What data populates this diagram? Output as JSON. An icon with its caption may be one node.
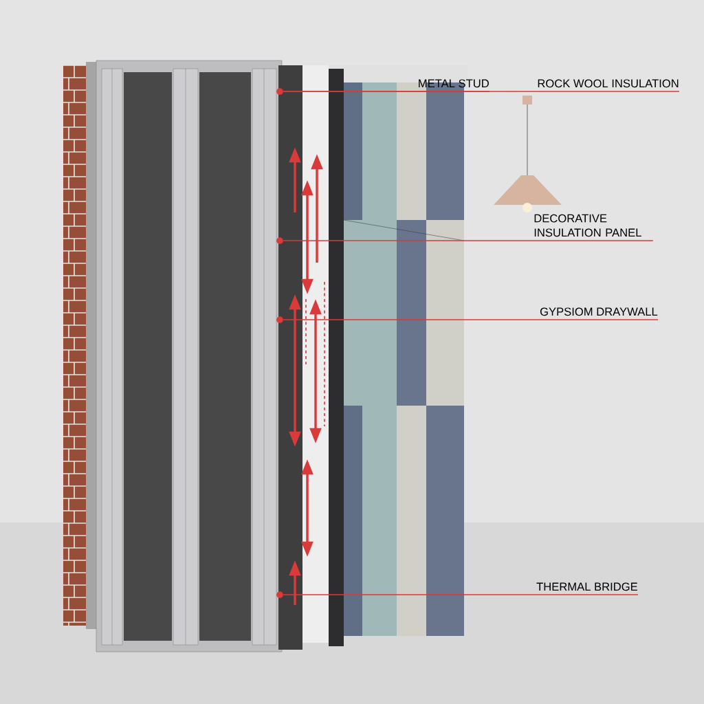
{
  "diagram": {
    "nodes": [
      {
        "text": [
          "METAL STUD"
        ]
      },
      {
        "text": [
          "ROCK WOOL INSULATION"
        ]
      },
      {
        "text": [
          "DECORATIVE INSULATION PANEL"
        ]
      },
      {
        "text": [
          "GYPSIOM DRAYWALL"
        ]
      },
      {
        "text": [
          "THERMAL BRIDGE"
        ]
      },
      {
        "text": [],
        "shape": "circle"
      },
      {
        "text": [],
        "shape": "circle"
      },
      {
        "text": [],
        "shape": "circle"
      },
      {
        "text": [],
        "shape": "circle"
      }
    ],
    "edges": [
      {
        "from": 0,
        "to": 5,
        "arrow": "none"
      },
      {
        "from": 1,
        "to": 5,
        "arrow": "none"
      },
      {
        "from": 2,
        "to": 6,
        "arrow": "none"
      },
      {
        "from": 3,
        "to": 7,
        "arrow": "none"
      },
      {
        "from": 4,
        "to": 8,
        "arrow": "none"
      }
    ]
  }
}
